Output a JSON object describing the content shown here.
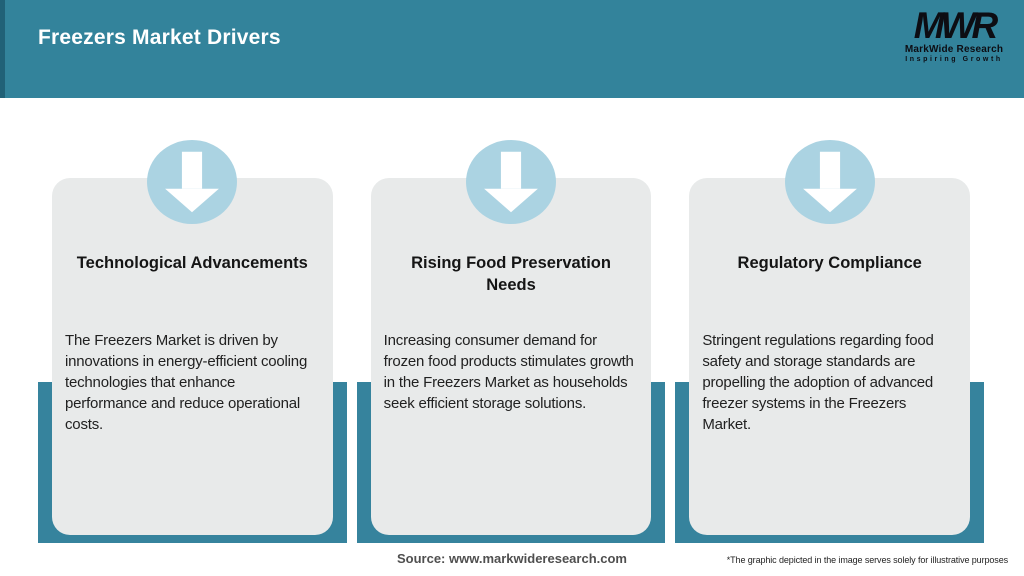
{
  "header": {
    "title": "Freezers Market Drivers",
    "logo": {
      "monogram": "MWR",
      "name": "MarkWide Research",
      "tagline": "Inspiring Growth"
    }
  },
  "cards": [
    {
      "icon": "down-arrow-icon",
      "title": "Technological Advancements",
      "description": "The Freezers Market is driven by innovations in energy-efficient cooling technologies that enhance performance and reduce operational costs."
    },
    {
      "icon": "down-arrow-icon",
      "title": "Rising Food Preservation Needs",
      "description": "Increasing consumer demand for frozen food products stimulates growth in the Freezers Market as households seek efficient storage solutions."
    },
    {
      "icon": "down-arrow-icon",
      "title": "Regulatory Compliance",
      "description": "Stringent regulations regarding food safety and storage standards are propelling the adoption of advanced freezer systems in the Freezers Market."
    }
  ],
  "footer": {
    "source": "Source: www.markwideresearch.com",
    "disclaimer": "*The graphic depicted in the image serves solely for illustrative purposes"
  },
  "colors": {
    "header_teal": "#33839B",
    "header_accent_strip": "#216177",
    "card_backer_teal": "#36839D",
    "icon_circle_blue": "#ABD3E2",
    "card_background_gray": "#E8EAEA",
    "title_white": "#FFFFFF",
    "logo_black": "#0D0D13"
  }
}
